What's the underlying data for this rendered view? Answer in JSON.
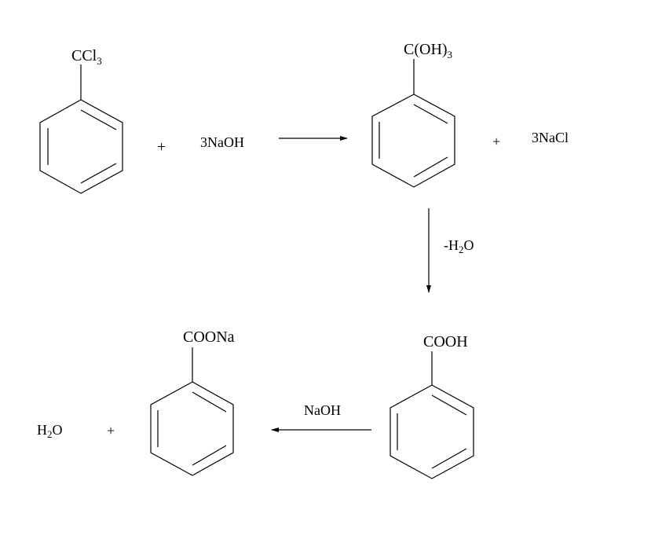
{
  "title": "Hydrolysis of benzotrichloride to sodium benzoate",
  "compounds": {
    "benzotrichloride": {
      "main": "CCl",
      "sub": "3"
    },
    "trihydroxy": {
      "main": "C(OH)",
      "sub": "3"
    },
    "benzoic_acid": {
      "main": "COOH"
    },
    "sodium_benzoate": {
      "main": "COONa"
    }
  },
  "reagents": {
    "naoh3": "3NaOH",
    "nacl3": "3NaCl",
    "naoh": "NaOH",
    "minus_water": {
      "pre": "-H",
      "sub": "2",
      "post": "O"
    },
    "water": {
      "pre": "H",
      "sub": "2",
      "post": "O"
    }
  },
  "plus": "+"
}
